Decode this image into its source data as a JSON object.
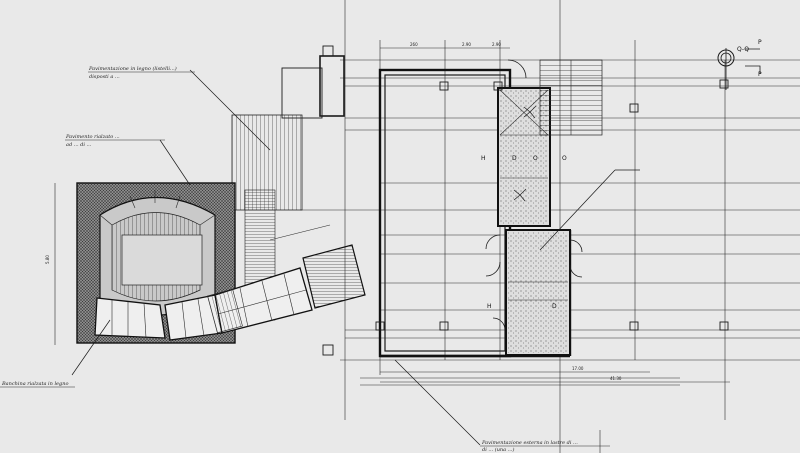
{
  "drawing": {
    "background": "#e9e9e9",
    "ink": "#1b1b1b"
  },
  "annotations": {
    "top_left_1": "Pavimentazione in legno (listelli...)",
    "top_left_2": "disposti a ...",
    "mid_left_1": "Pavimento rialzato ...",
    "mid_left_2": "ad ... di ...",
    "bottom_left": "Banchina rialzata in legno",
    "bottom_center_1": "Pavimentazione esterna in lastre di ...",
    "bottom_center_2": "di ... (una ...)"
  },
  "section_mark": {
    "label": "Q-Q",
    "letter": "P"
  },
  "dimensions": {
    "top_a": "260",
    "top_b": "2.90",
    "top_c": "2.90",
    "bottom_total_1": "17.00",
    "bottom_total_2": "41.30",
    "left_height": "5.80"
  },
  "room_marks": {
    "r1": "H",
    "r2": "D",
    "r3": "O",
    "r4": "O",
    "r5": "H",
    "r6": "D"
  }
}
